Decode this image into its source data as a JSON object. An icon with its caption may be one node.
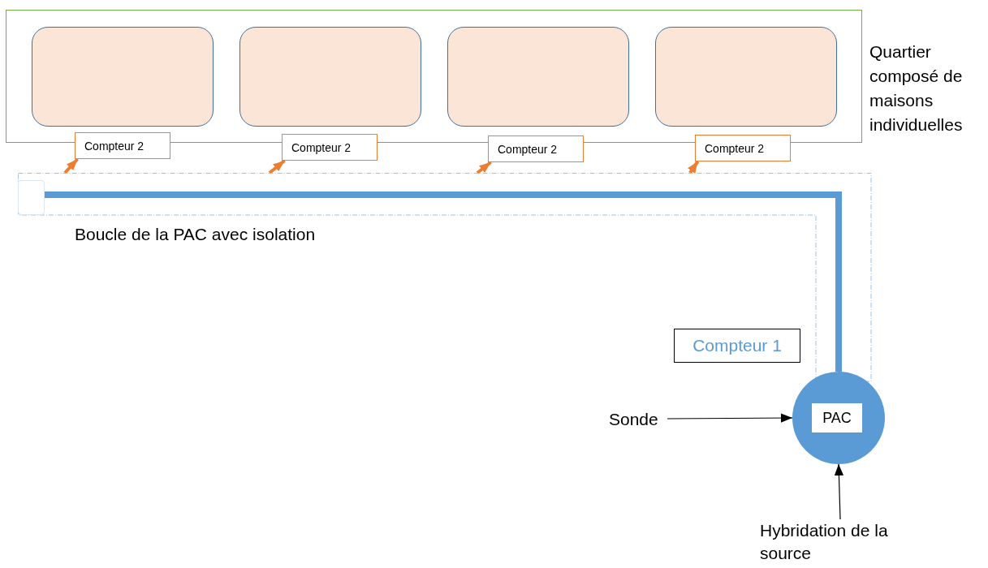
{
  "diagram": {
    "nodes": [
      {
        "text": [
          "Quartier composé de maisons individuelles"
        ]
      },
      {
        "text": [],
        "shape": "box",
        "in": 0
      },
      {
        "text": [],
        "shape": "box",
        "in": 0
      },
      {
        "text": [],
        "shape": "box",
        "in": 0
      },
      {
        "text": [],
        "shape": "box",
        "in": 0
      },
      {
        "text": [
          "Compteur 2"
        ]
      },
      {
        "text": [
          "Compteur 2"
        ]
      },
      {
        "text": [
          "Compteur 2"
        ]
      },
      {
        "text": [
          "Compteur 2"
        ]
      },
      {
        "text": [
          "Boucle de la PAC avec isolation"
        ]
      },
      {
        "text": [],
        "shape": "box",
        "in": 9
      },
      {
        "text": [
          "Compteur 1"
        ]
      },
      {
        "text": [],
        "shape": "circle"
      },
      {
        "text": [
          "PAC"
        ],
        "in": 12
      },
      {
        "text": [
          "Sonde"
        ]
      },
      {
        "text": [
          "Hybridation de la source"
        ]
      }
    ],
    "edges": [
      {
        "from": 9,
        "to": 5,
        "arrow": "to"
      },
      {
        "from": 9,
        "to": 6,
        "arrow": "to"
      },
      {
        "from": 9,
        "to": 7,
        "arrow": "to"
      },
      {
        "from": 9,
        "to": 8,
        "arrow": "to"
      },
      {
        "from": 12,
        "to": 10,
        "arrow": "none",
        "style": "thick",
        "color": "#5b9bd5"
      },
      {
        "from": 14,
        "to": 12,
        "arrow": "to",
        "color": "#000000"
      },
      {
        "from": 15,
        "to": 12,
        "arrow": "to",
        "color": "#000000"
      }
    ]
  }
}
